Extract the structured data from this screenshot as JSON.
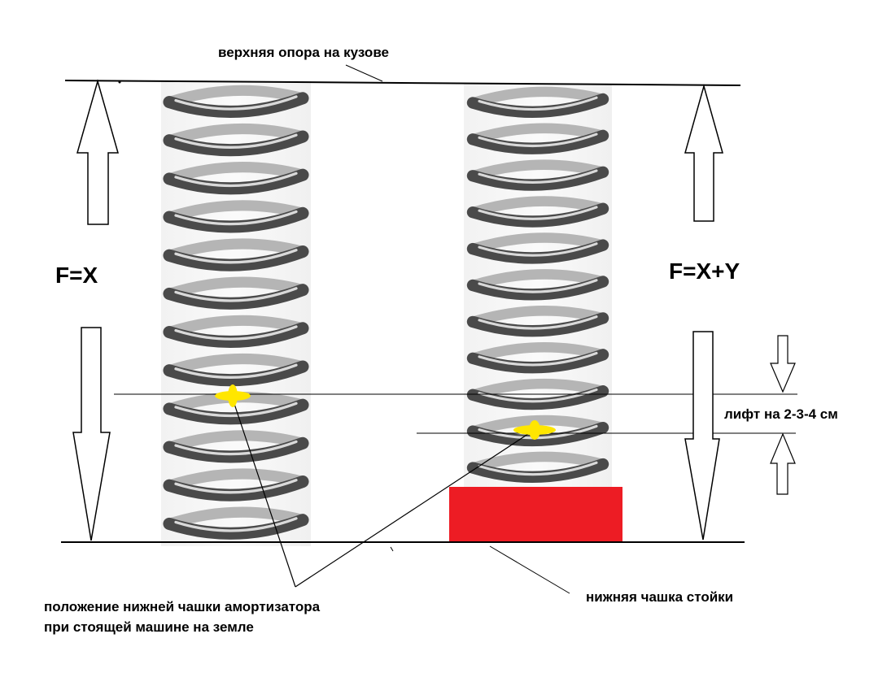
{
  "labels": {
    "top_mount": "верхняя опора на кузове",
    "force_left": "F=X",
    "force_right": "F=X+Y",
    "lift": "лифт на 2-3-4 см",
    "shock_cup_line1": "положение нижней чашки амортизатора",
    "shock_cup_line2": "при стоящей машине на земле",
    "strut_cup": "нижняя чашка стойки"
  },
  "colors": {
    "spacer": "#ed1c24",
    "marker": "#ffe600",
    "line": "#000000",
    "spring_dark": "#3a3a3a",
    "spring_light": "#c8c8c8"
  },
  "icons": {
    "force_arrows": "hollow-arrow-icon",
    "cup_marker": "yellow-marker-icon"
  }
}
